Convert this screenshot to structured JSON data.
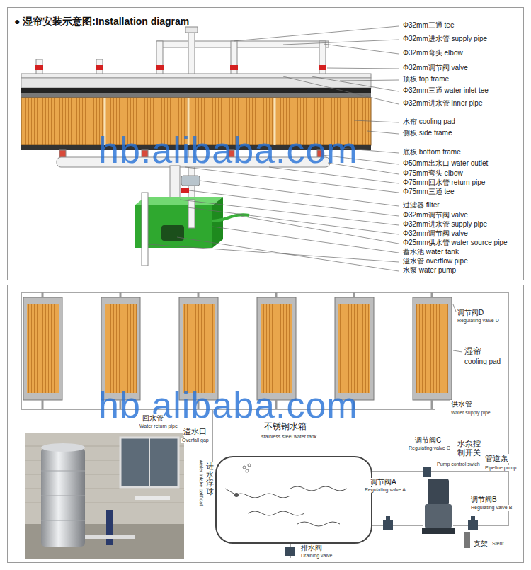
{
  "diagram": {
    "title": "● 湿帘安装示意图:Installation diagram",
    "labels": [
      "Φ32mm三通 tee",
      "Φ32mm进水管 supply pipe",
      "Φ32mm弯头 elbow",
      "Φ32mm调节阀 valve",
      "顶板 top frame",
      "Φ32mm三通 water inlet tee",
      "Φ32mm进水管 inner pipe",
      "水帘 cooling pad",
      "侧板 side frame",
      "底板 bottom frame",
      "Φ50mm出水口 water outlet",
      "Φ75mm弯头 elbow",
      "Φ75mm回水管 return pipe",
      "Φ75mm三通 tee",
      "过滤器 filter",
      "Φ32mm调节阀 valve",
      "Φ32mm进水管 supply pipe",
      "Φ32mm调节阀 valve",
      "Φ25mm供水管 water source pipe",
      "蓄水池 water tank",
      "溢水管 overflow pipe",
      "水泵 water pump",
      "hb.alibaba.com",
      "调节阀D",
      "Regulating valve D",
      "湿帘",
      "cooling pad",
      "hb.alibaba.com",
      "回水管",
      "Water return pipe",
      "溢水口",
      "Overfall gap",
      "不锈钢水箱",
      "stainless steel water tank",
      "供水管",
      "Water supply pipe",
      "调节阀C",
      "Regulating valve C",
      "水泵控制开关",
      "Pump control swich",
      "管道泵",
      "Pipeline pump",
      "进水浮球",
      "Water intake ballfloat",
      "调节阀A",
      "Regulating valve A",
      "调节阀B",
      "Regulating valve B",
      "排水阀",
      "Draining valve",
      "支架",
      "Stent"
    ]
  }
}
